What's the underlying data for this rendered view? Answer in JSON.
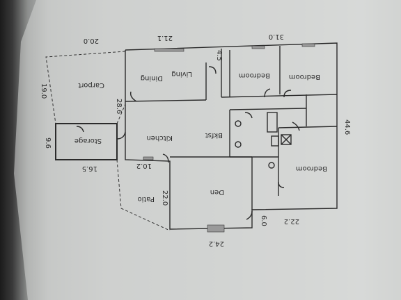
{
  "rooms": {
    "carport": "Carport",
    "storage": "Storage",
    "dining": "Dining",
    "living": "Living",
    "kitchen": "Kitchen",
    "bkfst": "Bkfst",
    "den": "Den",
    "patio": "Patio",
    "bedroom_1": "Bedroom",
    "bedroom_2": "Bedroom",
    "bedroom_3": "Bedroom"
  },
  "dimensions": {
    "d_20": "20.0",
    "d_21_1": "21.1",
    "d_31": "31.0",
    "d_19": "19.0",
    "d_9_6": "9.6",
    "d_16_5": "16.5",
    "d_10_2": "10.2",
    "d_28_6": "28.6",
    "d_4_5": "4.5",
    "d_22": "22.0",
    "d_44_6": "44.6",
    "d_22_2": "22.2",
    "d_6": "6.0",
    "d_24_2": "24.2"
  }
}
